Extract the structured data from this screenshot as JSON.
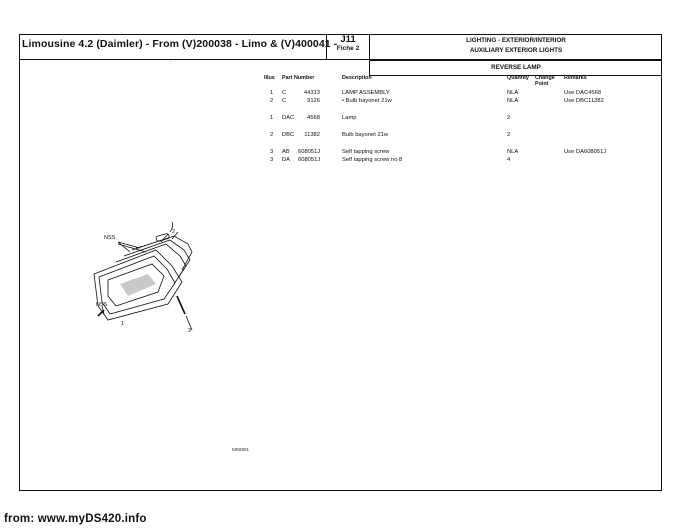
{
  "header": {
    "title": "Limousine 4.2 (Daimler) - From (V)200038 - Limo & (V)400041 -",
    "fiche_code": "J11",
    "fiche_number": "Fiche 2",
    "section": "LIGHTING - EXTERIOR/INTERIOR",
    "subsection": "AUXILIARY EXTERIOR LIGHTS",
    "group": "REVERSE LAMP"
  },
  "table": {
    "headers": {
      "illus": "Illus",
      "part_number": "Part Number",
      "description": "Description",
      "quantity": "Quantity",
      "change_point": "Change Point",
      "remarks": "Remarks"
    },
    "rows": [
      {
        "illus": "1",
        "prefix": "C",
        "part": "44313",
        "description": "LAMP ASSEMBLY",
        "quantity": "NLA",
        "remarks": "Use DAC4568"
      },
      {
        "illus": "2",
        "prefix": "C",
        "part": "9126",
        "description": "• Bulb bayonet 21w",
        "quantity": "NLA",
        "remarks": "Use DBC11382"
      },
      {
        "illus": "1",
        "prefix": "DAC",
        "part": "4568",
        "description": "Lamp",
        "quantity": "2",
        "remarks": ""
      },
      {
        "illus": "2",
        "prefix": "DBC",
        "part": "11382",
        "description": "Bulb bayonet 21w",
        "quantity": "2",
        "remarks": ""
      },
      {
        "illus": "3",
        "prefix": "AB",
        "part": "608051J",
        "description": "Self tapping screw",
        "quantity": "NLA",
        "remarks": "Use DA608051J"
      },
      {
        "illus": "3",
        "prefix": "DA",
        "part": "608051J",
        "description": "Self tapping screw no 8",
        "quantity": "4",
        "remarks": ""
      }
    ]
  },
  "diagram": {
    "callouts": [
      "NSS",
      "NSS",
      "1",
      "2",
      "3"
    ]
  },
  "drawing_reference": "MR8801",
  "footer": "from: www.myDS420.info"
}
